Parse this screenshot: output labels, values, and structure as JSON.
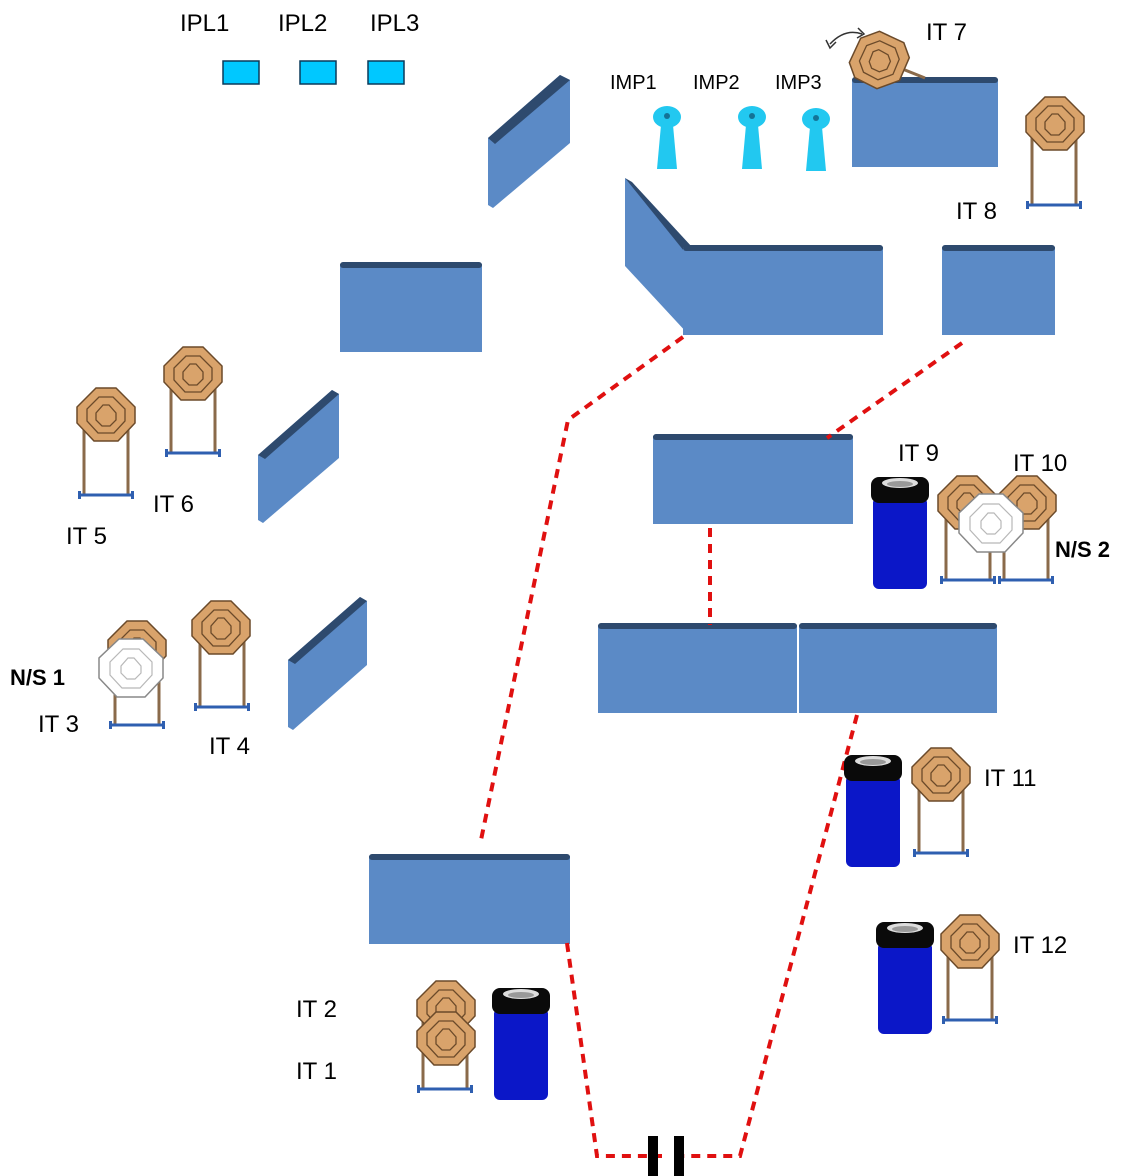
{
  "labels": {
    "ipl1": "IPL1",
    "ipl2": "IPL2",
    "ipl3": "IPL3",
    "imp1": "IMP1",
    "imp2": "IMP2",
    "imp3": "IMP3",
    "it1": "IT 1",
    "it2": "IT 2",
    "it3": "IT 3",
    "it4": "IT 4",
    "it5": "IT 5",
    "it6": "IT 6",
    "it7": "IT 7",
    "it8": "IT 8",
    "it9": "IT 9",
    "it10": "IT 10",
    "it11": "IT 11",
    "it12": "IT 12",
    "ns1": "N/S 1",
    "ns2": "N/S 2"
  },
  "colors": {
    "wall_fill": "#5b8ac6",
    "wall_top": "#2e4a6e",
    "target_fill": "#d9a36b",
    "target_stroke": "#6b4a2a",
    "noshoot_fill": "#ffffff",
    "stand_line": "#8a6a4a",
    "stand_base": "#2f5fb0",
    "barrel_fill": "#0b17c8",
    "barrel_lid": "#0a0a0a",
    "popper_fill": "#22c8f0",
    "plate_fill": "#00c8ff",
    "fault_line": "#e01010",
    "start_marker": "#000000"
  },
  "icons": {
    "target": "octagon-target-icon",
    "noshoot": "no-shoot-target-icon",
    "barrel": "barrel-icon",
    "popper": "popper-icon",
    "plate": "plate-icon",
    "swinger": "rotate-arrow-icon"
  }
}
